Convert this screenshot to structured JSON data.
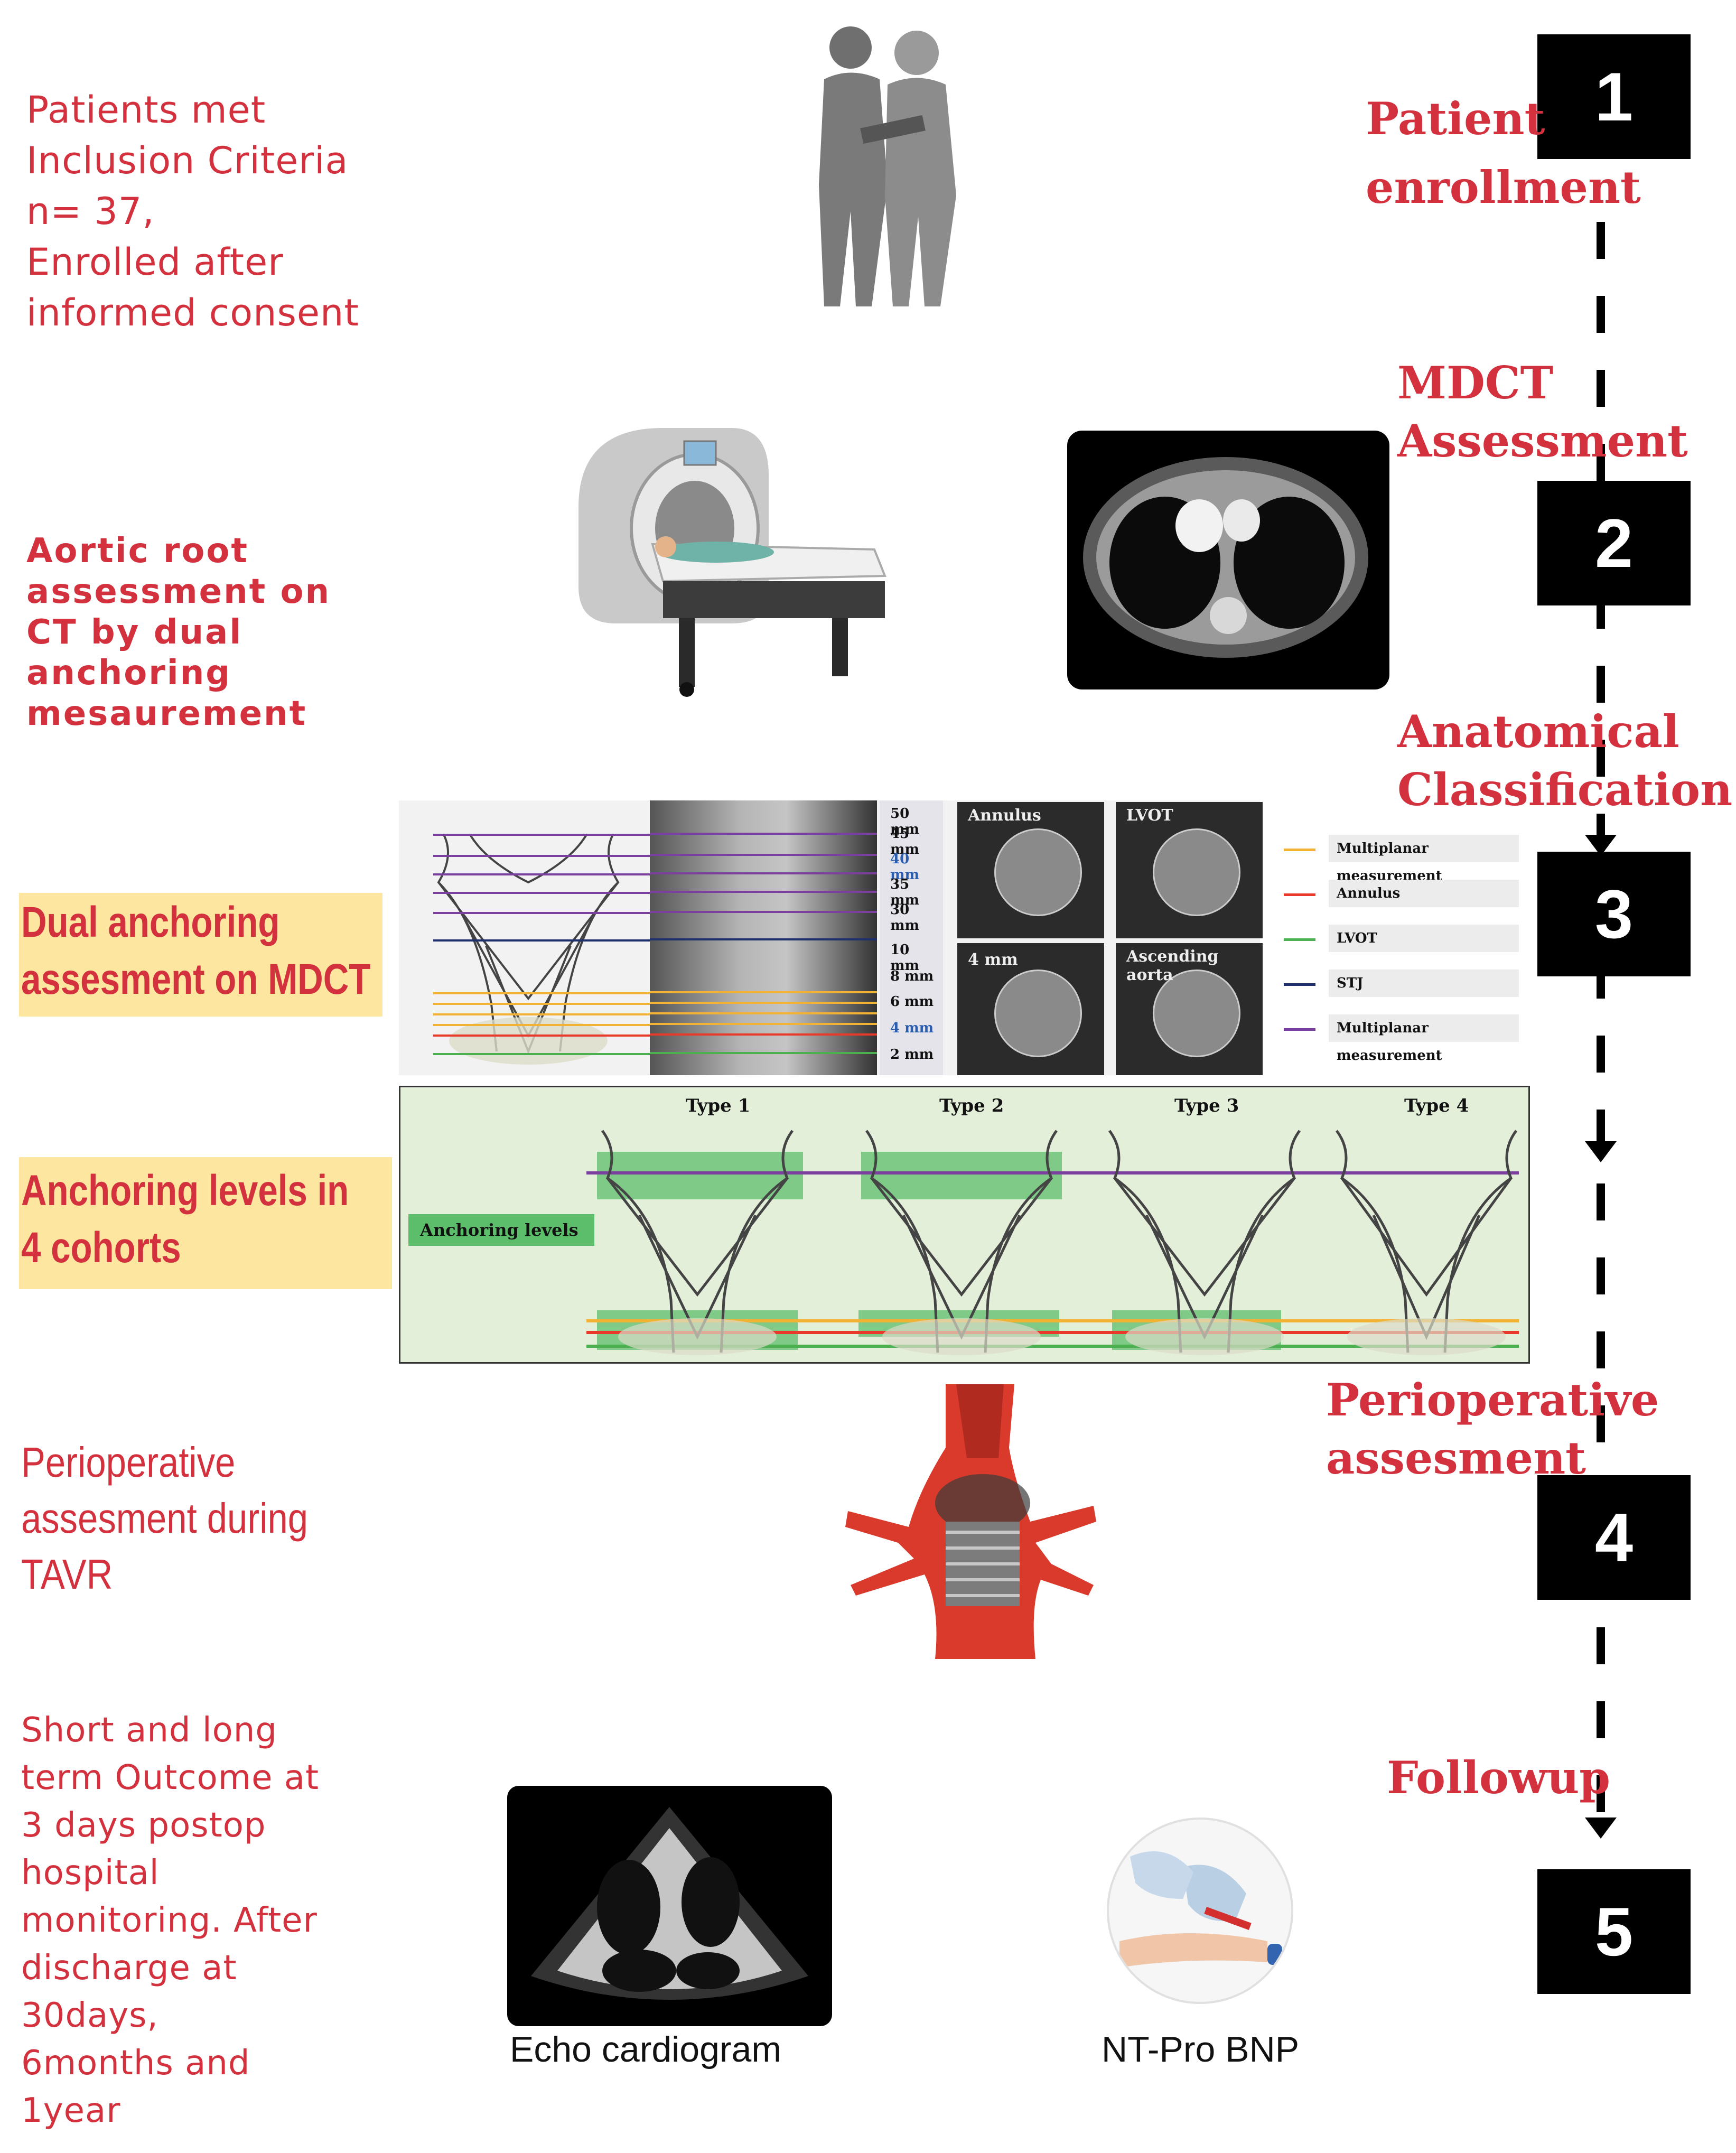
{
  "left_text": {
    "block1": [
      "Patients met",
      "Inclusion Criteria",
      "n= 37,",
      "Enrolled  after",
      "informed consent"
    ],
    "block2": [
      "Aortic root",
      "assessment on",
      "CT by dual",
      "anchoring",
      "mesaurement"
    ],
    "block3": [
      "Dual anchoring",
      "assesment on MDCT"
    ],
    "block4": [
      "Anchoring levels in",
      "4 cohorts"
    ],
    "block5": [
      "Perioperative",
      "assesment during",
      "TAVR"
    ],
    "block6": [
      "Short and long",
      "term Outcome at",
      "3 days postop",
      "hospital",
      "monitoring. After",
      "discharge at",
      "30days,",
      "6months and",
      "1year"
    ]
  },
  "stages": [
    {
      "number": "1",
      "label": [
        "Patient",
        "enrollment"
      ]
    },
    {
      "number": "2",
      "label": [
        "MDCT",
        "Assessment"
      ]
    },
    {
      "number": "3",
      "label": [
        "Anatomical",
        "Classification"
      ]
    },
    {
      "number": "4",
      "label": [
        "Perioperative",
        "assesment"
      ]
    },
    {
      "number": "5",
      "label": [
        "Followup"
      ]
    }
  ],
  "measurement_panel": {
    "scale_labels": [
      "50 mm",
      "45 mm",
      "40 mm",
      "35 mm",
      "30 mm",
      "10 mm",
      "8 mm",
      "6 mm",
      "4 mm",
      "2 mm"
    ],
    "ct_views": [
      "Annulus",
      "LVOT",
      "4 mm",
      "Ascending aorta"
    ],
    "legend": [
      {
        "label": "Multiplanar measurement",
        "color": "#f2b233"
      },
      {
        "label": "Annulus",
        "color": "#e8392b"
      },
      {
        "label": "LVOT",
        "color": "#4caf50"
      },
      {
        "label": "STJ",
        "color": "#1f2f6e"
      },
      {
        "label": "Multiplanar measurement",
        "color": "#7b3fa0"
      }
    ]
  },
  "cohort_panel": {
    "anchoring_label": "Anchoring levels",
    "types": [
      "Type 1",
      "Type 2",
      "Type 3",
      "Type 4"
    ]
  },
  "captions": {
    "echo": "Echo cardiogram",
    "bnp": "NT-Pro BNP"
  },
  "colors": {
    "accent_red": "#d3313d",
    "highlight": "#fce6a0",
    "cohort_bg": "#e3efd9",
    "anchor_green": "#5cbd6a"
  }
}
